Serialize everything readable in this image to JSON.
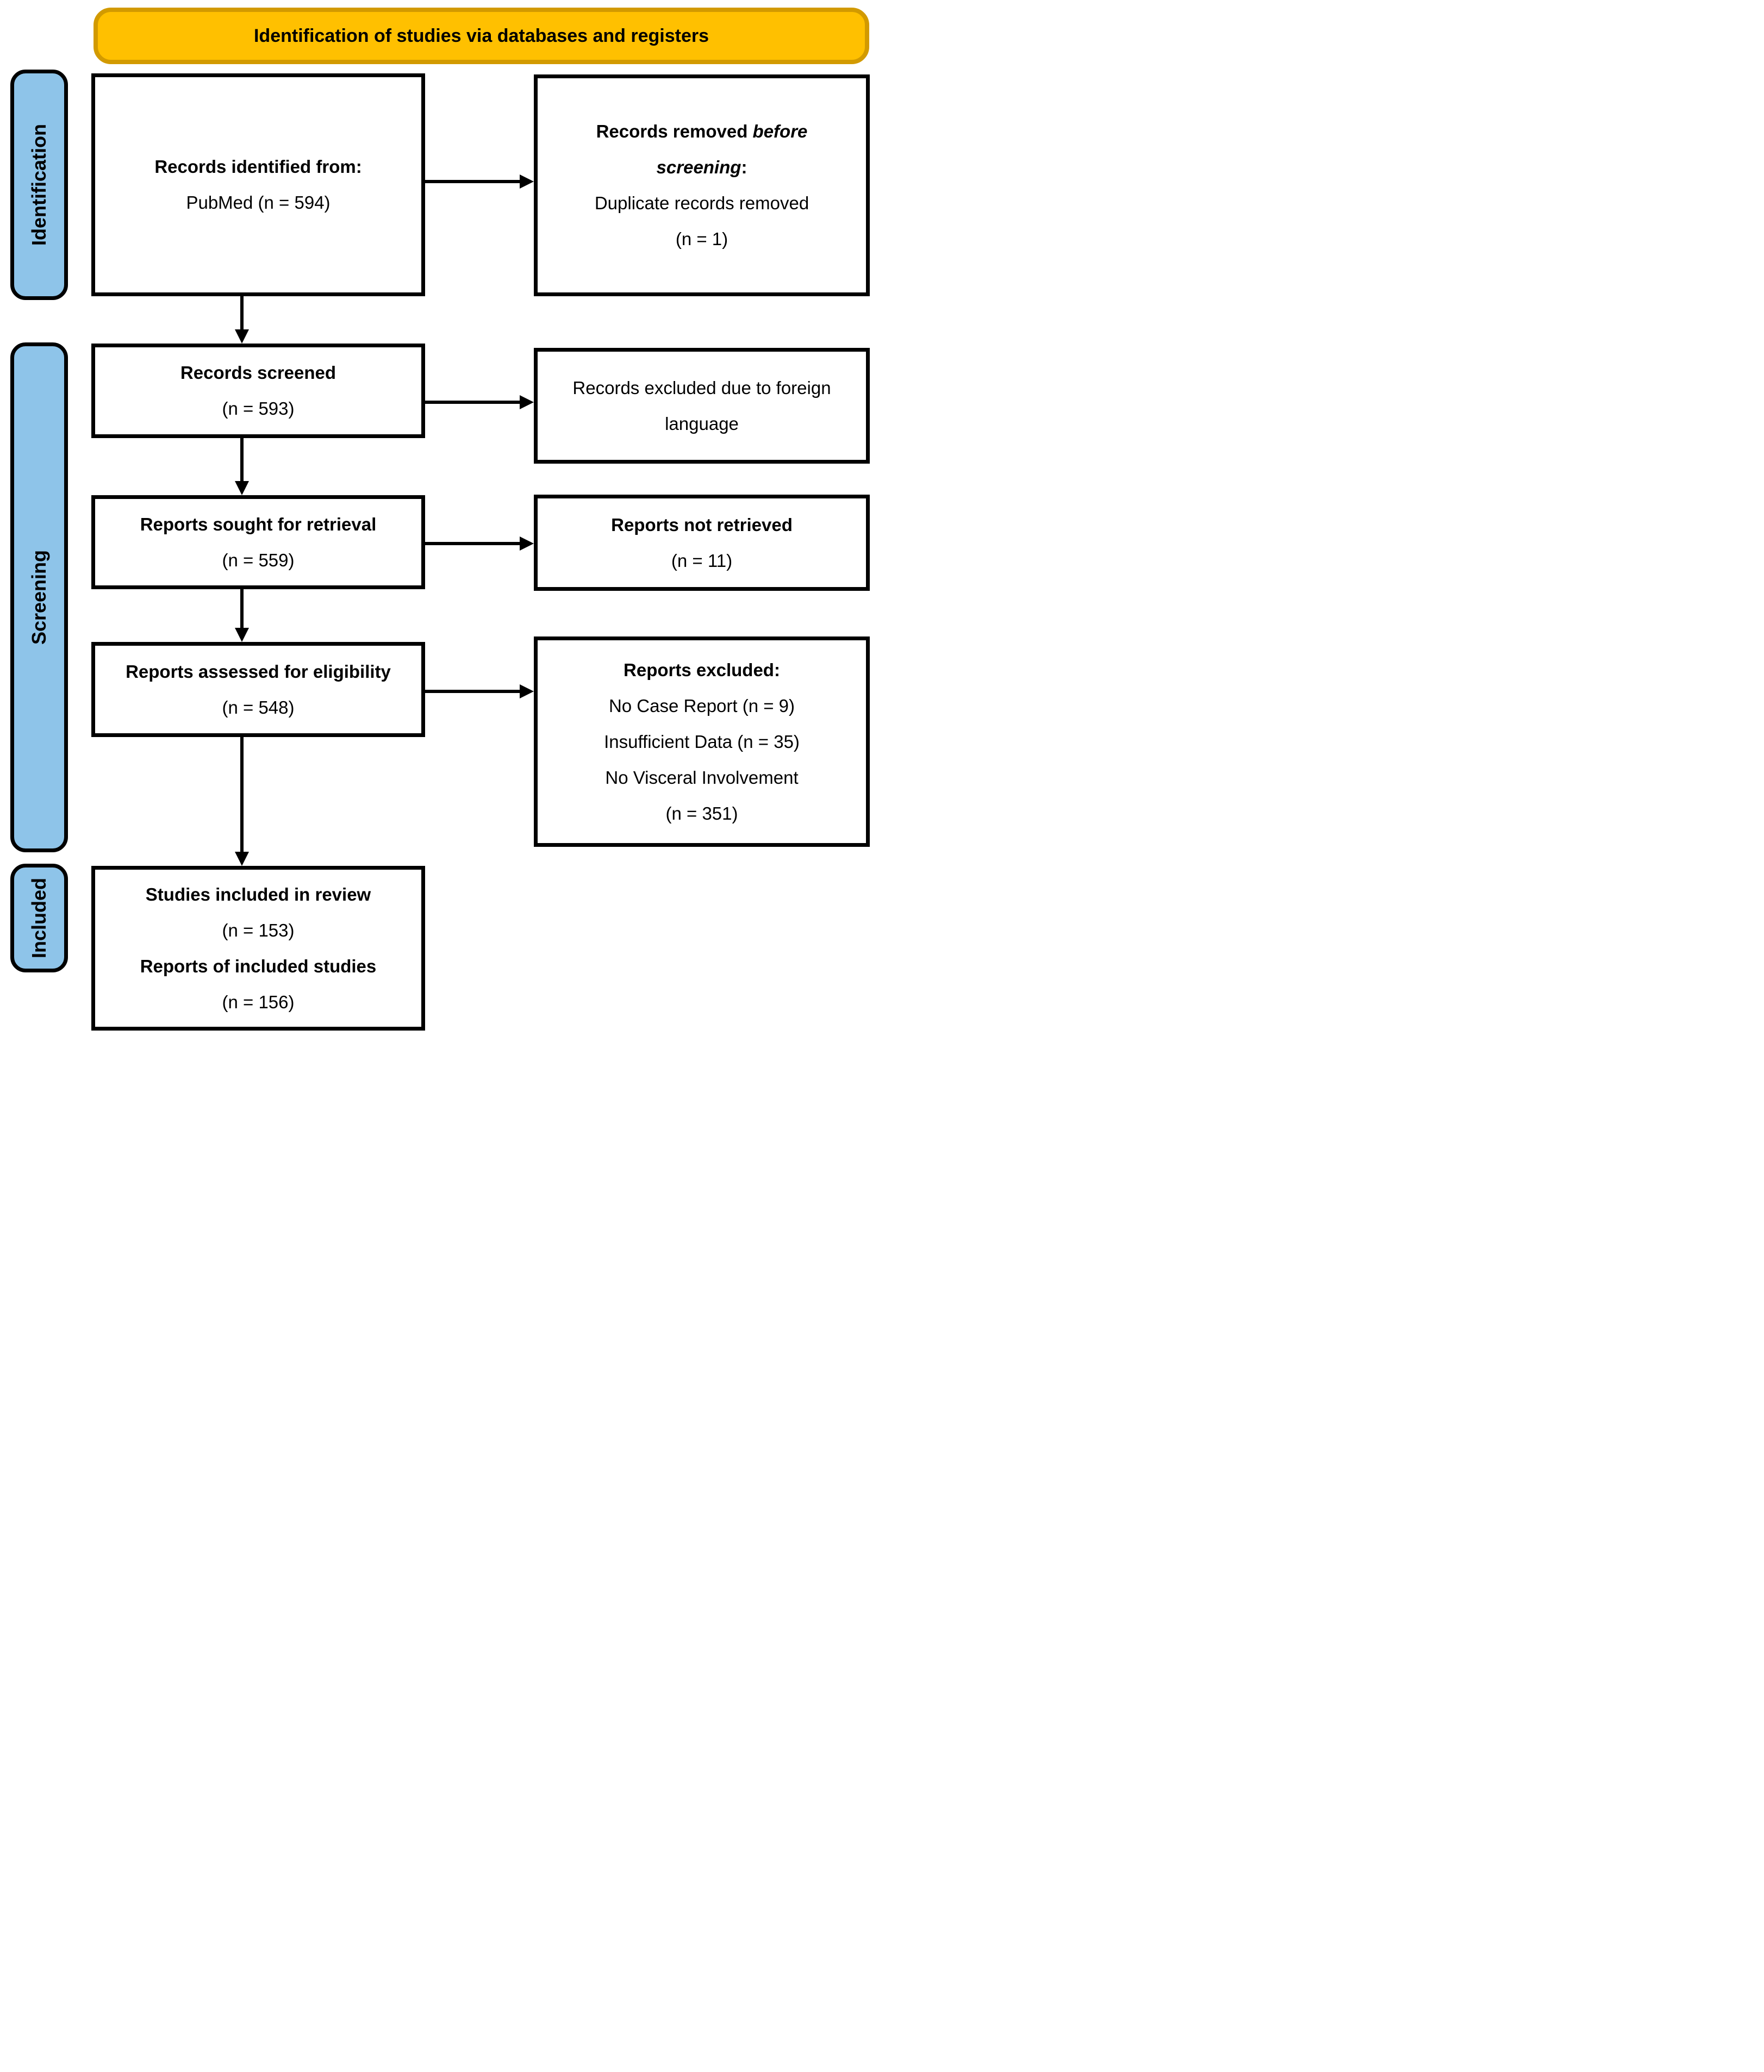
{
  "banner": {
    "title": "Identification of studies via databases and registers",
    "bg_color": "#FFC000",
    "border_color": "#D29A00"
  },
  "sidebar": {
    "bg_color": "#8EC4E9",
    "items": [
      {
        "label": "Identification"
      },
      {
        "label": "Screening"
      },
      {
        "label": "Included"
      }
    ]
  },
  "boxes": {
    "records_identified": {
      "title": "Records identified from:",
      "value": "PubMed (n = 594)"
    },
    "records_removed": {
      "line1_bold": "Records removed ",
      "line1_italic": "before",
      "line2_italic": "screening",
      "line2_bold": ":",
      "line3": "Duplicate records removed",
      "line4": "(n = 1)"
    },
    "records_screened": {
      "title": "Records screened",
      "value": "(n = 593)"
    },
    "records_excluded": {
      "line1": "Records excluded due to foreign",
      "line2": "language"
    },
    "reports_sought": {
      "title": "Reports sought for retrieval",
      "value": "(n = 559)"
    },
    "reports_not_retrieved": {
      "title": "Reports not retrieved",
      "value": "(n = 11)"
    },
    "reports_assessed": {
      "title": "Reports assessed for eligibility",
      "value": "(n = 548)"
    },
    "reports_excluded": {
      "title": "Reports excluded:",
      "reasons": [
        "No Case Report (n = 9)",
        "Insufficient Data (n = 35)",
        "No Visceral Involvement",
        "(n = 351)"
      ]
    },
    "included": {
      "title1": "Studies included in review",
      "value1": "(n = 153)",
      "title2": "Reports of included studies",
      "value2": "(n = 156)"
    }
  }
}
